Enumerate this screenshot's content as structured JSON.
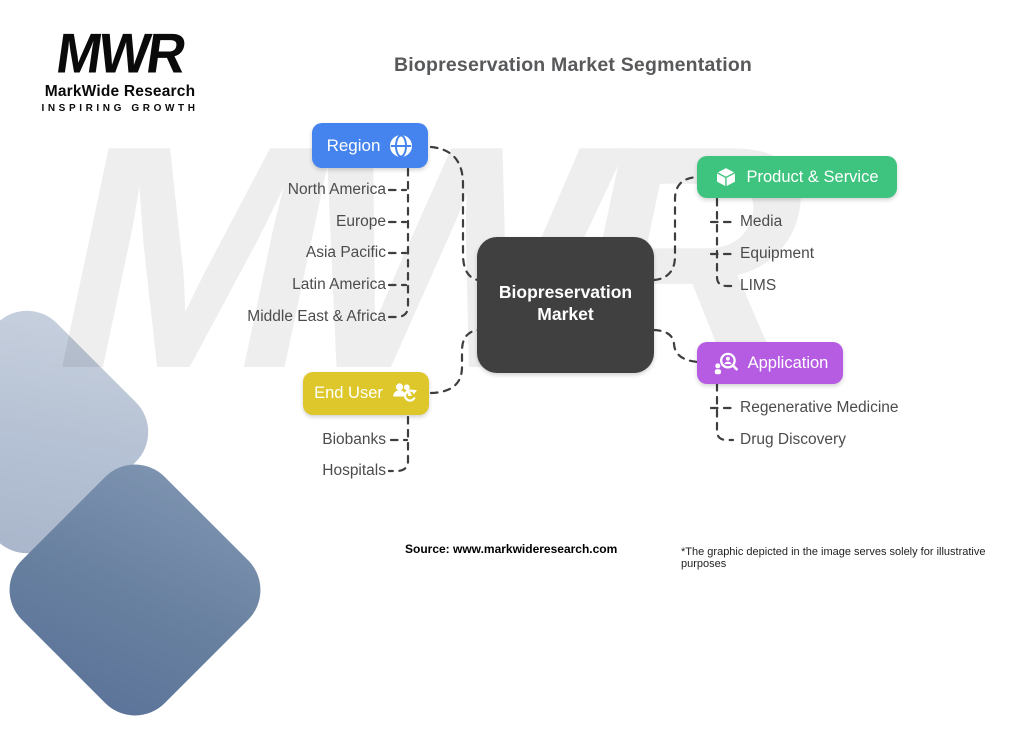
{
  "logo": {
    "monogram": "MWR",
    "company": "MarkWide Research",
    "tagline": "INSPIRING GROWTH"
  },
  "title": "Biopreservation Market Segmentation",
  "watermark": "MWR",
  "central_node": {
    "label": "Biopreservation Market",
    "color": "#404040"
  },
  "branches": {
    "region": {
      "label": "Region",
      "color": "#4583ee",
      "icon": "globe-icon",
      "items": [
        "North America",
        "Europe",
        "Asia Pacific",
        "Latin America",
        "Middle East & Africa"
      ]
    },
    "product_service": {
      "label": "Product & Service",
      "color": "#3ec47e",
      "icon": "cube-icon",
      "items": [
        "Media",
        "Equipment",
        "LIMS"
      ]
    },
    "end_user": {
      "label": "End User",
      "color": "#ddc72b",
      "icon": "users-refresh-icon",
      "items": [
        "Biobanks",
        "Hospitals"
      ]
    },
    "application": {
      "label": "Application",
      "color": "#b55ce2",
      "icon": "person-magnifier-icon",
      "items": [
        "Regenerative Medicine",
        "Drug Discovery"
      ]
    }
  },
  "connector_color": "#3e3e3e",
  "footer": {
    "source": "Source: www.markwideresearch.com",
    "disclaimer": "*The graphic depicted in the image serves solely for illustrative purposes"
  }
}
